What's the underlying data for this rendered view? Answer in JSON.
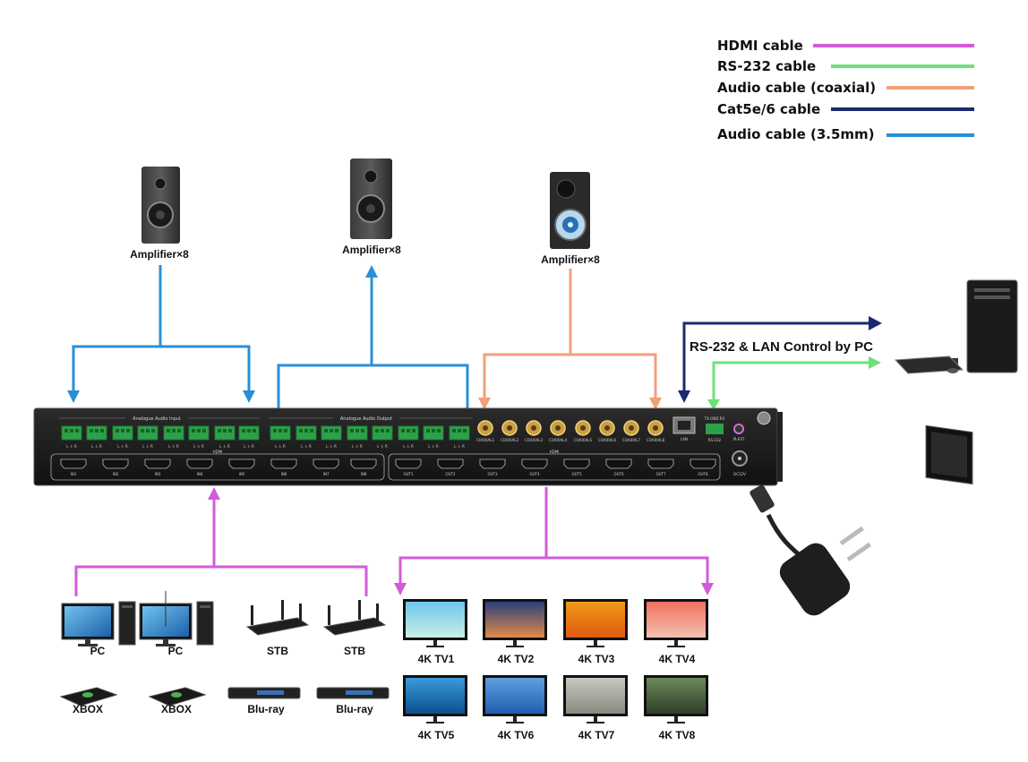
{
  "legend": {
    "hdmi": "HDMI cable",
    "rs232": "RS-232 cable",
    "coax": "Audio cable (coaxial)",
    "cat": "Cat5e/6 cable",
    "audio35": "Audio cable (3.5mm)"
  },
  "colors": {
    "hdmi": "#d35bd9",
    "rs232": "#6de07a",
    "coax": "#f0a07a",
    "cat": "#1a2a6e",
    "audio35": "#2a8fd8"
  },
  "amplifiers": [
    "Amplifier×8",
    "Amplifier×8",
    "Amplifier×8"
  ],
  "control_label": "RS-232 & LAN Control by PC",
  "sources": [
    "PC",
    "PC",
    "STB",
    "STB",
    "XBOX",
    "XBOX",
    "Blu-ray",
    "Blu-ray"
  ],
  "tvs": [
    "4K TV1",
    "4K TV2",
    "4K TV3",
    "4K TV4",
    "4K TV5",
    "4K TV6",
    "4K TV7",
    "4K TV8"
  ],
  "device": {
    "analogue_input": "Analogue Audio Input",
    "analogue_output": "Analogue Audio Output",
    "hdmi_label": "HDMI",
    "lr": "L ⏚ R",
    "inputs": [
      "IN1",
      "IN2",
      "IN3",
      "IN4",
      "IN5",
      "IN6",
      "IN7",
      "IN8"
    ],
    "outputs": [
      "OUT1",
      "OUT2",
      "OUT3",
      "OUT4",
      "OUT5",
      "OUT6",
      "OUT7",
      "OUT8"
    ],
    "coaxials": [
      "COAXIAL1",
      "COAXIAL2",
      "COAXIAL3",
      "COAXIAL4",
      "COAXIAL5",
      "COAXIAL6",
      "COAXIAL7",
      "COAXIAL8"
    ],
    "lan": "LAN",
    "rs232_port": "RS-232",
    "tx_gnd_rx": "TX GND RX",
    "ir_ext": "IR-EXT",
    "dc": "DC12V"
  }
}
